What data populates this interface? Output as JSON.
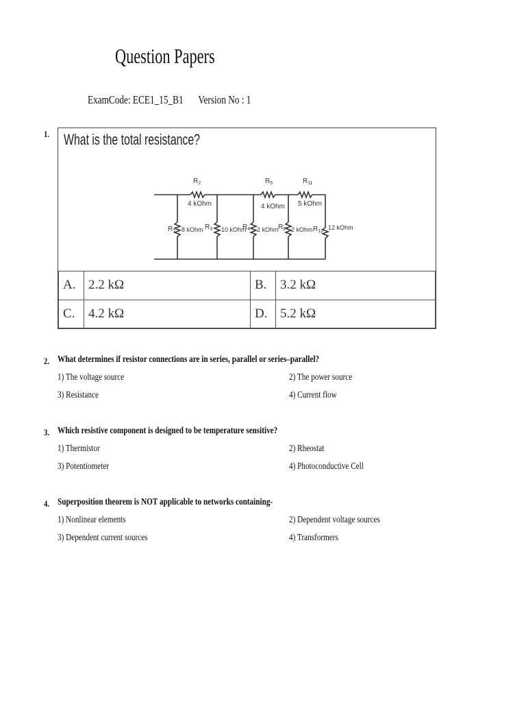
{
  "page": {
    "title": "Question Papers",
    "exam_code_label": "ExamCode: ECE1_15_B1",
    "version_label": "Version No : 1"
  },
  "questions": [
    {
      "number": "1.",
      "text": "What is the total resistance?",
      "circuit": {
        "resistors": [
          {
            "name": "R2",
            "sub": "2",
            "value": "4 kOhm"
          },
          {
            "name": "R5",
            "sub": "5",
            "value": "4 kOhm"
          },
          {
            "name": "R11",
            "sub": "11",
            "value": "5 kOhm"
          },
          {
            "name": "R1",
            "sub": "1",
            "value": "8 kOhm"
          },
          {
            "name": "R3",
            "sub": "3",
            "value": "10 kOhm"
          },
          {
            "name": "R4",
            "sub": "4",
            "value": "2 kOhm"
          },
          {
            "name": "R6",
            "sub": "6",
            "value": "2 kOhm"
          },
          {
            "name": "R12",
            "sub": "12",
            "value": "12 kOhm"
          }
        ]
      },
      "options": [
        {
          "letter": "A.",
          "value": "2.2 kΩ"
        },
        {
          "letter": "B.",
          "value": "3.2 kΩ"
        },
        {
          "letter": "C.",
          "value": "4.2 kΩ"
        },
        {
          "letter": "D.",
          "value": "5.2 kΩ"
        }
      ]
    },
    {
      "number": "2.",
      "text": "What determines if resistor connections are in series, parallel or series–parallel?",
      "options": [
        "1) The voltage source",
        "2) The power source",
        "3) Resistance",
        "4) Current flow"
      ]
    },
    {
      "number": "3.",
      "text": "Which resistive component is designed to be temperature sensitive?",
      "options": [
        "1) Thermistor",
        "2) Rheostat",
        "3) Potentiometer",
        "4) Photoconductive Cell"
      ]
    },
    {
      "number": "4.",
      "text": "Superposition theorem is NOT applicable to networks containing-",
      "options": [
        "1) Nonlinear elements",
        "2) Dependent voltage sources",
        "3) Dependent current sources",
        "4) Transformers"
      ]
    }
  ]
}
